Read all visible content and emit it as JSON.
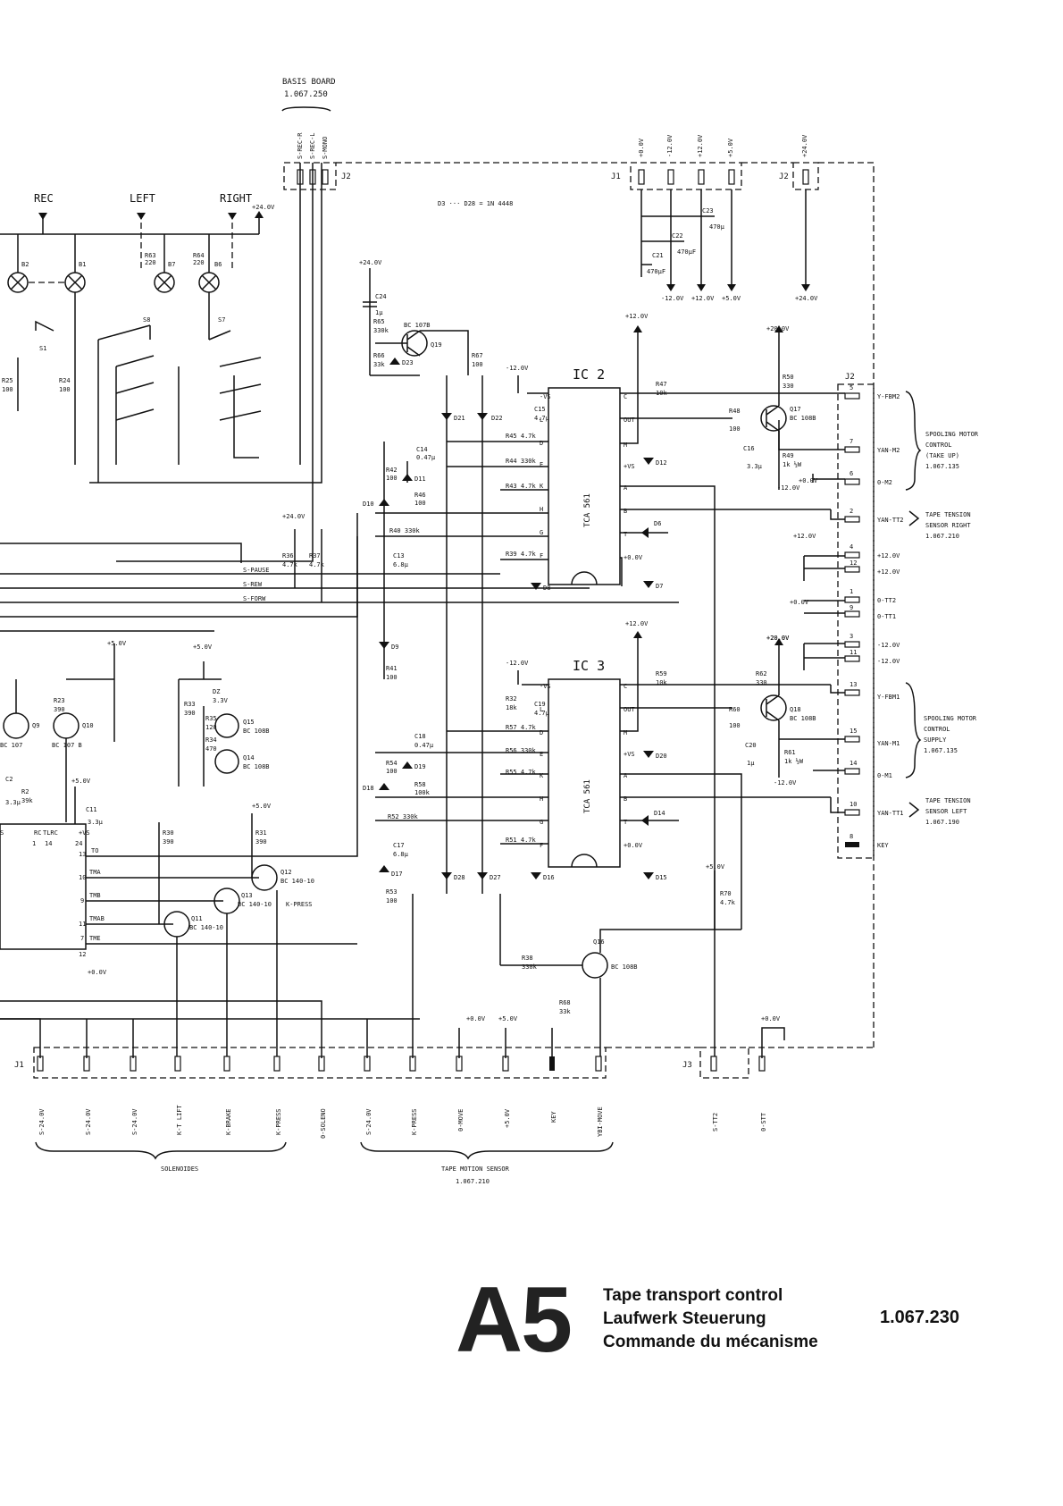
{
  "title": {
    "code": "A5",
    "lines": [
      "Tape transport control",
      "Laufwerk Steuerung",
      "Commande du mécanisme"
    ],
    "number": "1.067.230"
  },
  "basis_board": {
    "name": "BASIS BOARD",
    "number": "1.067.250"
  },
  "top_signals": [
    "S-REC-R",
    "S-REC-L",
    "S-MONO"
  ],
  "top_rails": [
    "+0.0V",
    "-12.0V",
    "+12.0V",
    "+5.0V",
    "+24.0V"
  ],
  "indicators": {
    "rec": "REC",
    "left": "LEFT",
    "right": "RIGHT"
  },
  "diode_note": "D3 ··· D28 = 1N 4448",
  "ic2": {
    "name": "IC 2",
    "type": "TCA 561"
  },
  "ic3": {
    "name": "IC 3",
    "type": "TCA 561"
  },
  "buses": [
    "S-PAUSE",
    "S-REW",
    "S-FORW"
  ],
  "right_connector": {
    "name": "J2",
    "pins": [
      {
        "pin": "5",
        "label": "Y-FBM2"
      },
      {
        "pin": "7",
        "label": "YAN-M2"
      },
      {
        "pin": "6",
        "label": "0-M2"
      },
      {
        "pin": "2",
        "label": "YAN-TT2"
      },
      {
        "pin": "4",
        "label": "+12.0V"
      },
      {
        "pin": "12",
        "label": "+12.0V"
      },
      {
        "pin": "1",
        "label": "0-TT2"
      },
      {
        "pin": "9",
        "label": "0-TT1"
      },
      {
        "pin": "3",
        "label": "-12.0V"
      },
      {
        "pin": "11",
        "label": "-12.0V"
      },
      {
        "pin": "13",
        "label": "Y-FBM1"
      },
      {
        "pin": "15",
        "label": "YAN-M1"
      },
      {
        "pin": "14",
        "label": "0-M1"
      },
      {
        "pin": "10",
        "label": "YAN-TT1"
      },
      {
        "pin": "8",
        "label": "KEY"
      }
    ]
  },
  "groups": [
    {
      "lines": [
        "SPOOLING MOTOR",
        "CONTROL",
        "(TAKE UP)",
        "1.067.135"
      ]
    },
    {
      "lines": [
        "TAPE TENSION",
        "SENSOR RIGHT",
        "1.067.210"
      ]
    },
    {
      "lines": [
        "SPOOLING MOTOR",
        "CONTROL",
        "SUPPLY",
        "1.067.135"
      ]
    },
    {
      "lines": [
        "TAPE TENSION",
        "SENSOR LEFT",
        "1.067.190"
      ]
    }
  ],
  "bottom_connector": {
    "labels": [
      "S-24.0V",
      "S-24.0V",
      "S-24.0V",
      "K-T LIFT",
      "K-BRAKE",
      "K-PRESS",
      "0-SOLENO",
      "S-24.0V",
      "K-PRESS",
      "0-MOVE",
      "+5.0V",
      "KEY",
      "YBI-MOVE"
    ]
  },
  "j3": {
    "name": "J3",
    "labels": [
      "S-TT2",
      "0-STT"
    ]
  },
  "bottom_groups": {
    "solenoids": "SOLENOIDES",
    "sensor": "TAPE MOTION SENSOR",
    "sensor_number": "1.067.210"
  },
  "transistors": {
    "q19": "BC 107B",
    "q17": "BC 108B",
    "q18": "BC 108B",
    "q16": "BC 108B",
    "q15": "BC 108B",
    "q14": "BC 108B",
    "q12": "BC 140-10",
    "q13": "BC 140-10",
    "q11": "BC 140-10"
  },
  "logic_pins": [
    "TO",
    "TMA",
    "TMB",
    "TMAB",
    "TME",
    "+0.0V"
  ]
}
